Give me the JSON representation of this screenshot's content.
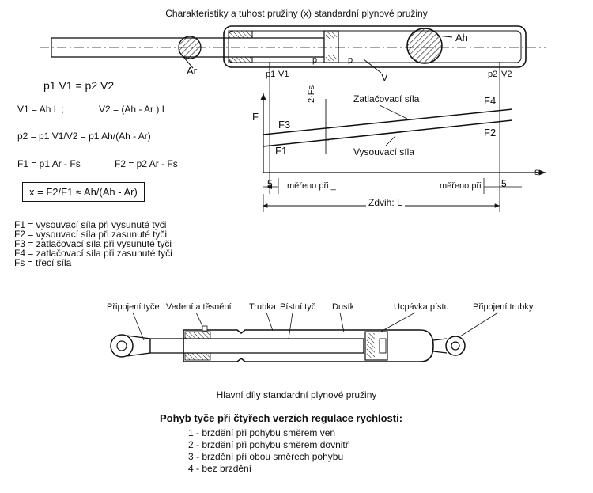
{
  "top_title": "Charakteristiky a tuhost pružiny (x) standardní plynové pružiny",
  "diagram_labels": {
    "Ah": "Ah",
    "Ar": "Ar",
    "p_left": "p",
    "p_right": "p",
    "V": "V",
    "p1": "p1",
    "V1": "V1",
    "p2": "p2",
    "V2": "V2",
    "F": "F",
    "F3": "F3",
    "F1": "F1",
    "F4": "F4",
    "F2": "F2",
    "zatlacovaci": "Zatlačovací síla",
    "vysouvaci": "Vysouvací síla",
    "two_fs": "2·Fs",
    "s": "s",
    "five_left": "5",
    "five_right": "5",
    "mereno_left": "měřeno  při _",
    "mereno_right": "měřeno  při",
    "zdvih": "Zdvih: L"
  },
  "formulas": {
    "f1": "p1 V1 = p2 V2",
    "f2a": "V1 = Ah L ;",
    "f2b": "V2 = (Ah - Ar ) L",
    "f3a": "p2 = p1 V1/V2 = p1 Ah/(Ah - Ar)",
    "f4a": "F1 = p1 Ar - Fs",
    "f4b": "F2 = p2 Ar - Fs",
    "f5": "x = F2/F1 ≈ Ah/(Ah - Ar)"
  },
  "legend": [
    "F1 = vysouvací síla při vysunuté tyči",
    "F2 = vysouvací síla při zasunuté tyči",
    "F3 = zatlačovací síla při vysunuté tyči",
    "F4 = zatlačovací síla při zasunuté tyči",
    "Fs = třecí síla"
  ],
  "parts_labels": {
    "pripojeni_tyce": "Připojení tyče",
    "vedeni": "Vedení a těsnění",
    "trubka": "Trubka",
    "pistni_tyc": "Pístní tyč",
    "dusik": "Dusík",
    "ucpavka": "Ucpávka pístu",
    "pripojeni_trubky": "Připojení trubky"
  },
  "parts_caption": "Hlavní díly standardní plynové pružiny",
  "list_title": "Pohyb tyče při čtyřech verzích regulace rychlosti:",
  "list_items": [
    "1 - brzdění při pohybu směrem ven",
    "2 - brzdění při pohybu směrem dovnitř",
    "3 - brzdění při obou směrech pohybu",
    "4 - bez brzdění"
  ]
}
